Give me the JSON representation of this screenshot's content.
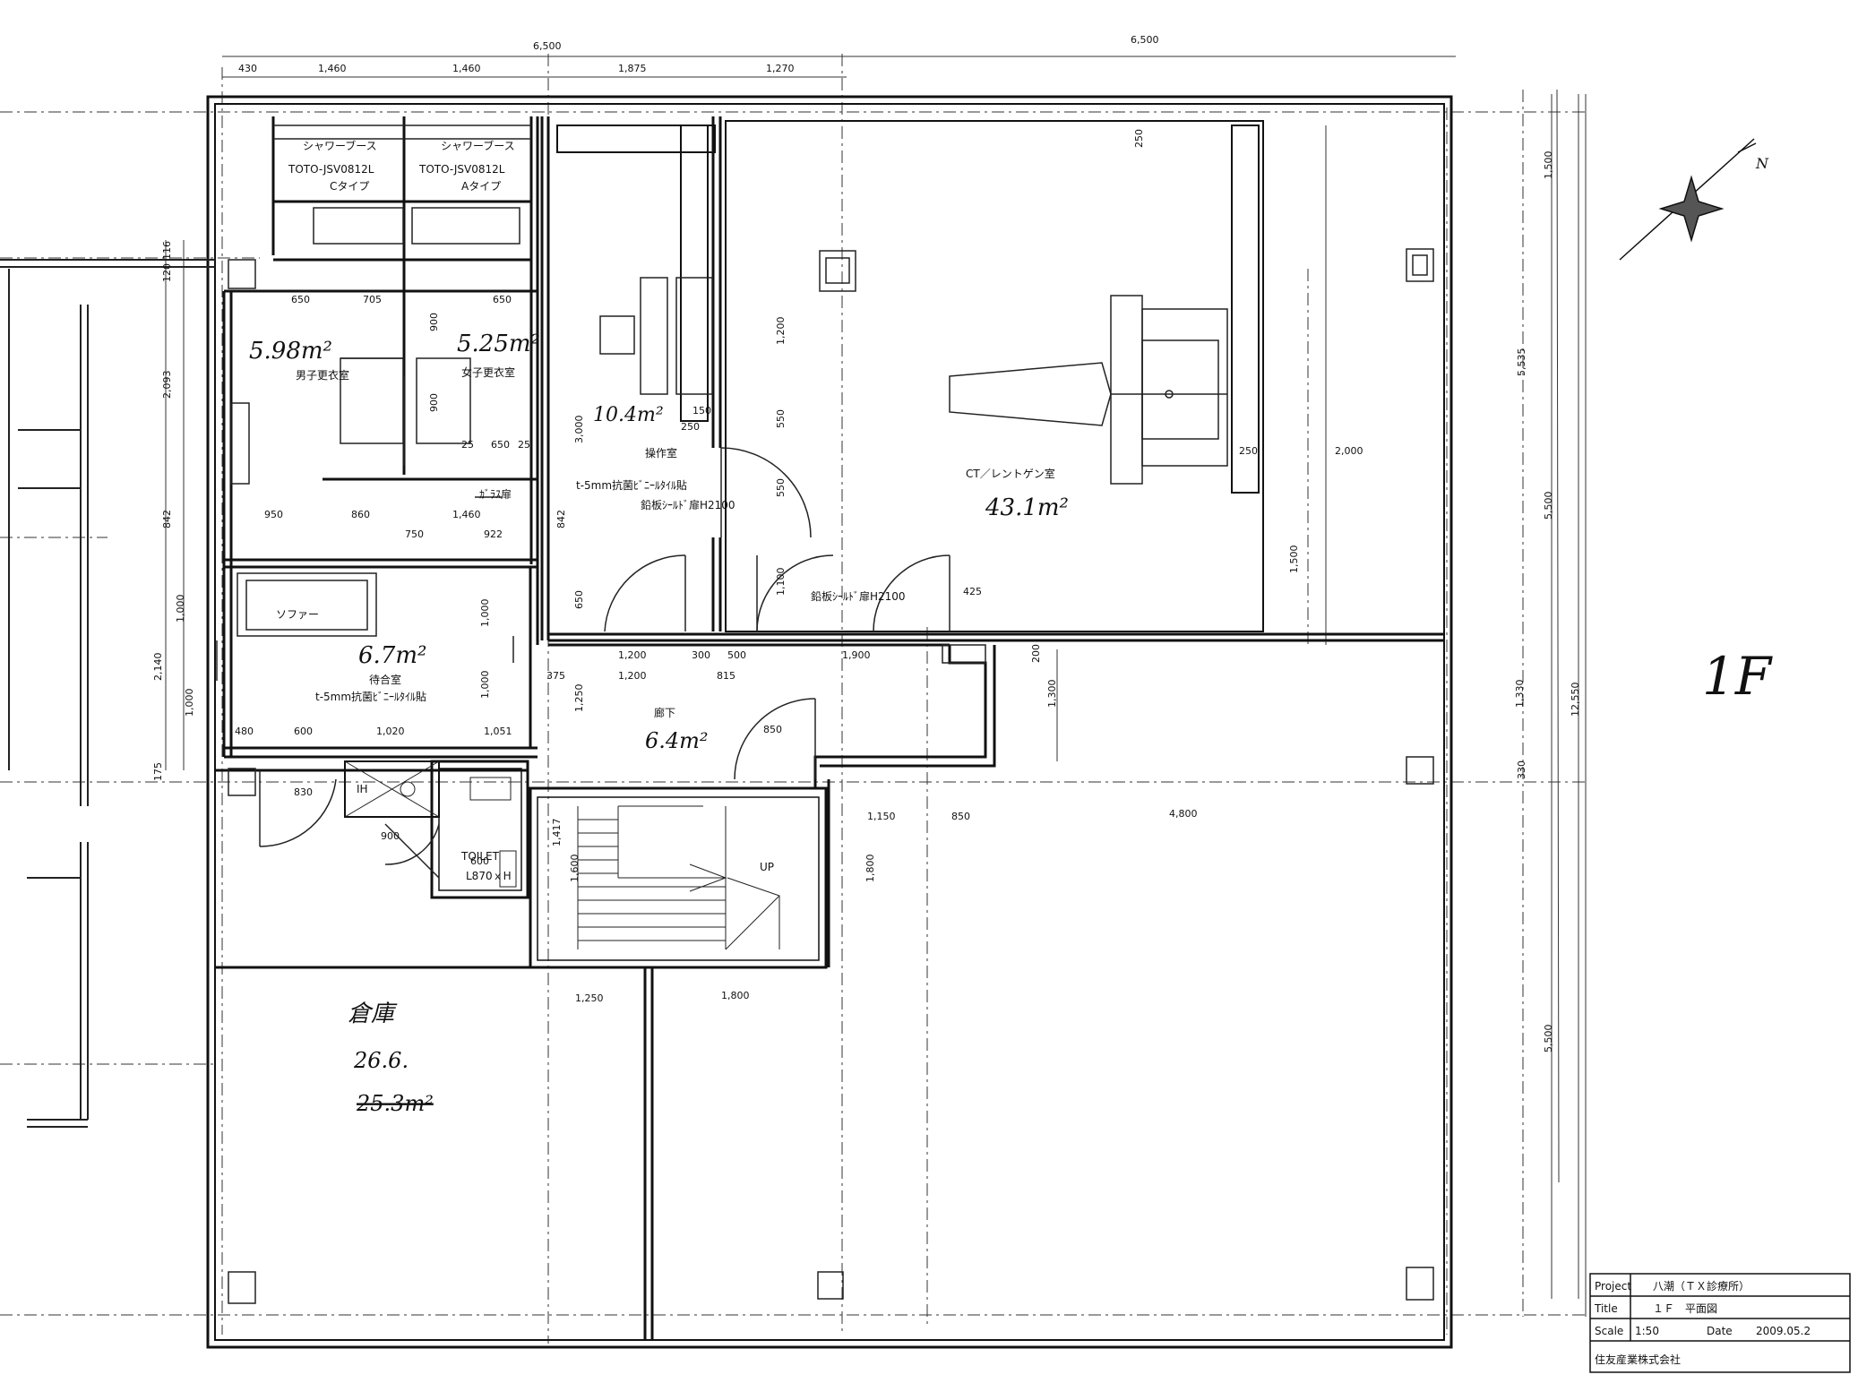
{
  "drawing": {
    "floor_label": "1F",
    "top_dims": {
      "overall_left": "6,500",
      "overall_right": "6,500",
      "segments": [
        "430",
        "1,460",
        "1,460",
        "1,875",
        "1,270"
      ]
    },
    "right_dims": [
      "1,500",
      "5,535",
      "5,500",
      "1,330",
      "12,550",
      "330",
      "5,500"
    ],
    "left_dims": [
      "120",
      "116",
      "2,093",
      "842",
      "2,140",
      "1,000",
      "175"
    ],
    "inner_dims": {
      "locker_row": [
        "650",
        "705",
        "900",
        "650"
      ],
      "locker_mid": [
        "25",
        "650",
        "25"
      ],
      "locker_bottom": [
        "950",
        "860",
        "1,460"
      ],
      "waiting_top": [
        "750",
        "922"
      ],
      "corridor_a": [
        "1,200",
        "300",
        "500",
        "1,900"
      ],
      "corridor_b": [
        "375",
        "1,200",
        "815"
      ],
      "waiting_bottom": [
        "480",
        "600",
        "1,020",
        "1,051"
      ],
      "toilet": [
        "830",
        "900",
        "600"
      ],
      "stair_bottom": [
        "1,250",
        "1,800"
      ],
      "right_mid": [
        "1,150",
        "850",
        "4,800"
      ],
      "vertical": [
        "1,200",
        "550",
        "550",
        "1,100",
        "650",
        "1,250",
        "1,417",
        "1,600",
        "1,800",
        "1,300",
        "200",
        "150",
        "250",
        "900",
        "1,000",
        "3,000",
        "842",
        "2,000",
        "1,500",
        "250",
        "425",
        "850",
        "250",
        "1,000",
        "1,000"
      ]
    },
    "shower_booths": [
      {
        "title": "シャワーブース",
        "model": "TOTO-JSV0812L",
        "type": "Cタイプ"
      },
      {
        "title": "シャワーブース",
        "model": "TOTO-JSV0812L",
        "type": "Aタイプ"
      }
    ],
    "rooms": {
      "mens_locker": {
        "area": "5.98m²",
        "name": "男子更衣室"
      },
      "womens_locker": {
        "area": "5.25m²",
        "name": "女子更衣室"
      },
      "control": {
        "area": "10.4m²",
        "name": "操作室",
        "note_finish": "t-5mm抗菌ﾋﾞﾆｰﾙﾀｲﾙ貼",
        "note_shield": "鉛板ｼｰﾙﾄﾞ扉H2100"
      },
      "ct": {
        "name": "CT／レントゲン室",
        "area": "43.1m²",
        "note_shield": "鉛板ｼｰﾙﾄﾞ扉H2100"
      },
      "waiting": {
        "area": "6.7m²",
        "name": "待合室",
        "note": "t-5mm抗菌ﾋﾞﾆｰﾙﾀｲﾙ貼",
        "sofa": "ソファー"
      },
      "corridor": {
        "name": "廊下",
        "area": "6.4m²"
      },
      "toilet": {
        "name": "TOILET",
        "size": "L870ｘH",
        "ih": "IH"
      },
      "storage": {
        "name": "倉庫",
        "area_new": "26.6.",
        "area_old": "25.3m²"
      },
      "glass_door": "ｶﾞﾗｽ扉",
      "stairs_up": "UP"
    },
    "north_mark": "N",
    "title_block": {
      "project_label": "Project",
      "project": "八潮（ＴＸ診療所）",
      "title_label": "Title",
      "title": "１Ｆ　平面図",
      "scale_label": "Scale",
      "scale": "1:50",
      "date_label": "Date",
      "date": "2009.05.2",
      "company": "住友産業株式会社"
    }
  }
}
